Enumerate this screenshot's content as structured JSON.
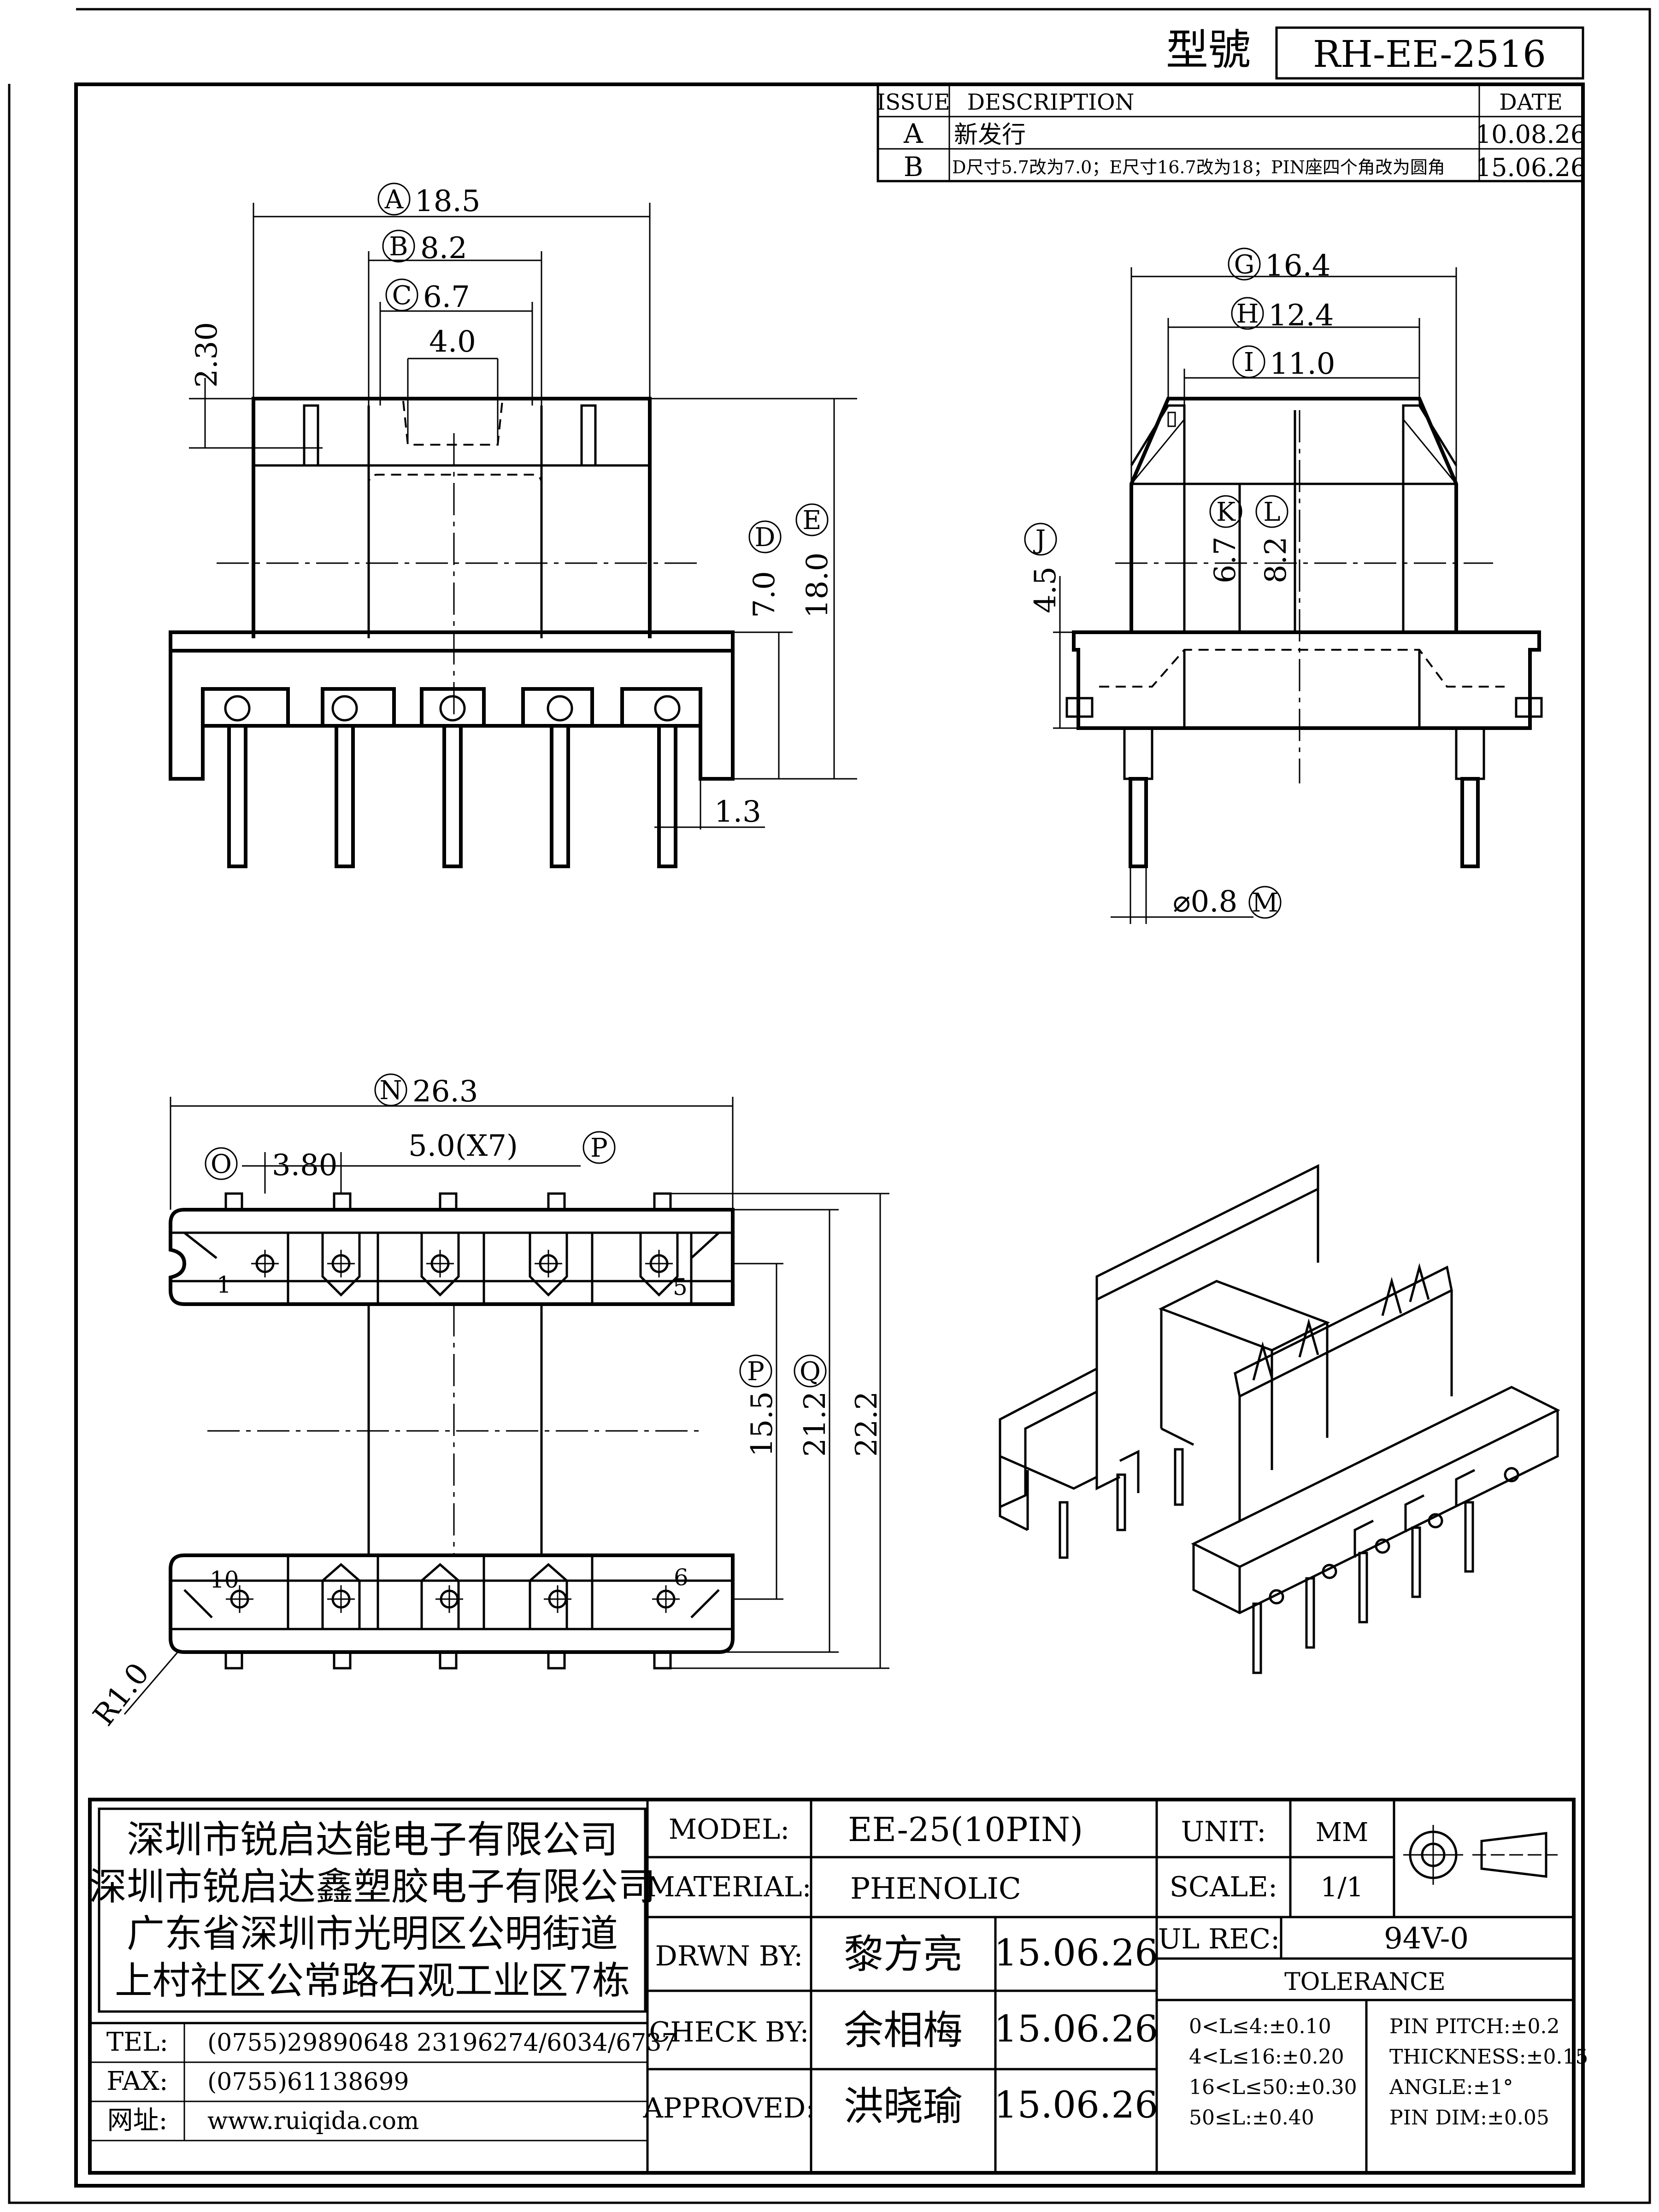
{
  "header": {
    "model_label": "型號",
    "model_no": "RH-EE-2516"
  },
  "revisions": {
    "headers": [
      "ISSUE",
      "DESCRIPTION",
      "DATE"
    ],
    "rows": [
      {
        "issue": "A",
        "description": "新发行",
        "date": "10.08.26"
      },
      {
        "issue": "B",
        "description": "D尺寸5.7改为7.0；E尺寸16.7改为18；PIN座四个角改为圆角",
        "date": "15.06.26"
      }
    ]
  },
  "front_view": {
    "A": "A",
    "A_val": "18.5",
    "B": "B",
    "B_val": "8.2",
    "C": "C",
    "C_val": "6.7",
    "w40": "4.0",
    "h230": "2.30",
    "D": "D",
    "D_val": "7.0",
    "E": "E",
    "E_val": "18.0",
    "h13": "1.3"
  },
  "side_view": {
    "G": "G",
    "G_val": "16.4",
    "H": "H",
    "H_val": "12.4",
    "I": "I",
    "I_val": "11.0",
    "J": "J",
    "J_val": "4.5",
    "K": "K",
    "K_val": "6.7",
    "L": "L",
    "L_val": "8.2",
    "M": "M",
    "M_val": "⌀0.8"
  },
  "bottom_view": {
    "N": "N",
    "N_val": "26.3",
    "O": "O",
    "O_val": "3.80",
    "P": "P",
    "pitch": "5.0(X7)",
    "P2": "P",
    "P2_val": "15.5",
    "Q": "Q",
    "Q_val": "21.2",
    "overall": "22.2",
    "radius": "R1.0",
    "pins": [
      "1",
      "5",
      "10",
      "6"
    ]
  },
  "title_block": {
    "company": [
      "深圳市锐启达能电子有限公司",
      "深圳市锐启达鑫塑胶电子有限公司",
      "广东省深圳市光明区公明街道",
      "上村社区公常路石观工业区7栋"
    ],
    "contacts": [
      {
        "label": "TEL:",
        "value": "(0755)29890648  23196274/6034/6737"
      },
      {
        "label": "FAX:",
        "value": "(0755)61138699"
      },
      {
        "label": "网址:",
        "value": "www.ruiqida.com"
      }
    ],
    "model_label": "MODEL:",
    "model_value": "EE-25(10PIN)",
    "material_label": "MATERIAL:",
    "material_value": "PHENOLIC",
    "drawn_label": "DRWN BY:",
    "drawn_name": "黎方亮",
    "drawn_date": "15.06.26",
    "check_label": "CHECK BY:",
    "check_name": "余相梅",
    "check_date": "15.06.26",
    "approved_label": "APPROVED:",
    "approved_name": "洪晓瑜",
    "approved_date": "15.06.26",
    "unit_label": "UNIT:",
    "unit_value": "MM",
    "scale_label": "SCALE:",
    "scale_value": "1/1",
    "ul_label": "UL REC:",
    "ul_value": "94V-0",
    "tolerance_title": "TOLERANCE",
    "tolerance_left": [
      "0<L≤4:±0.10",
      "4<L≤16:±0.20",
      "16<L≤50:±0.30",
      "50≤L:±0.40"
    ],
    "tolerance_right": [
      "PIN PITCH:±0.2",
      "THICKNESS:±0.15",
      "ANGLE:±1°",
      "PIN DIM:±0.05"
    ]
  }
}
